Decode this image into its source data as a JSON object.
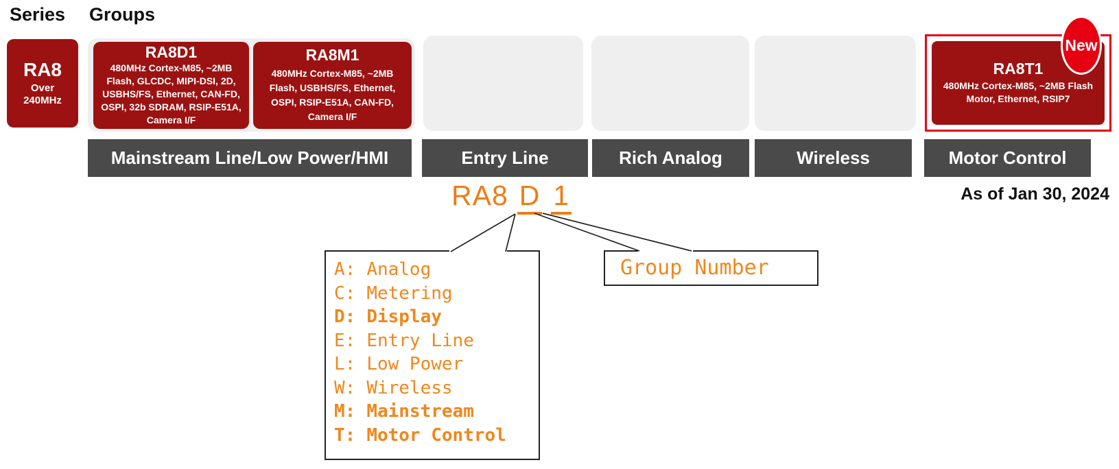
{
  "header": {
    "series_label": "Series",
    "groups_label": "Groups"
  },
  "series_chip": {
    "name": "RA8",
    "freq_line1": "Over",
    "freq_line2": "240MHz"
  },
  "chips": {
    "ra8d1": {
      "name": "RA8D1",
      "specs": "480MHz Cortex-M85, ~2MB Flash, GLCDC, MIPI-DSI, 2D, USBHS/FS, Ethernet, CAN-FD, OSPI, 32b SDRAM, RSIP-E51A, Camera I/F"
    },
    "ra8m1": {
      "name": "RA8M1",
      "specs": "480MHz Cortex-M85, ~2MB Flash, USBHS/FS, Ethernet, OSPI, RSIP-E51A, CAN-FD, Camera I/F"
    },
    "ra8t1": {
      "name": "RA8T1",
      "specs": "480MHz Cortex-M85, ~2MB Flash Motor, Ethernet, RSIP7",
      "badge": "New"
    }
  },
  "group_bars": {
    "mainstream": "Mainstream Line/Low Power/HMI",
    "entry": "Entry Line",
    "rich_analog": "Rich Analog",
    "wireless": "Wireless",
    "motor": "Motor Control"
  },
  "note": "As of Jan 30, 2024",
  "part_number": {
    "series": "RA8",
    "letter": "D",
    "number": "1"
  },
  "legend": {
    "items": [
      {
        "code": "A:",
        "label": "Analog",
        "bold": false
      },
      {
        "code": "C:",
        "label": "Metering",
        "bold": false
      },
      {
        "code": "D:",
        "label": "Display",
        "bold": true
      },
      {
        "code": "E:",
        "label": "Entry Line",
        "bold": false
      },
      {
        "code": "L:",
        "label": "Low Power",
        "bold": false
      },
      {
        "code": "W:",
        "label": "Wireless",
        "bold": false
      },
      {
        "code": "M:",
        "label": "Mainstream",
        "bold": true
      },
      {
        "code": "T:",
        "label": "Motor Control",
        "bold": true
      }
    ]
  },
  "group_number_label": "Group Number",
  "colors": {
    "chip_dark_red": "#9c1212",
    "highlight_red": "#e60012",
    "bar_gray": "#4a4a4a",
    "placeholder_gray": "#efefef",
    "accent_orange": "#ee7d16"
  }
}
